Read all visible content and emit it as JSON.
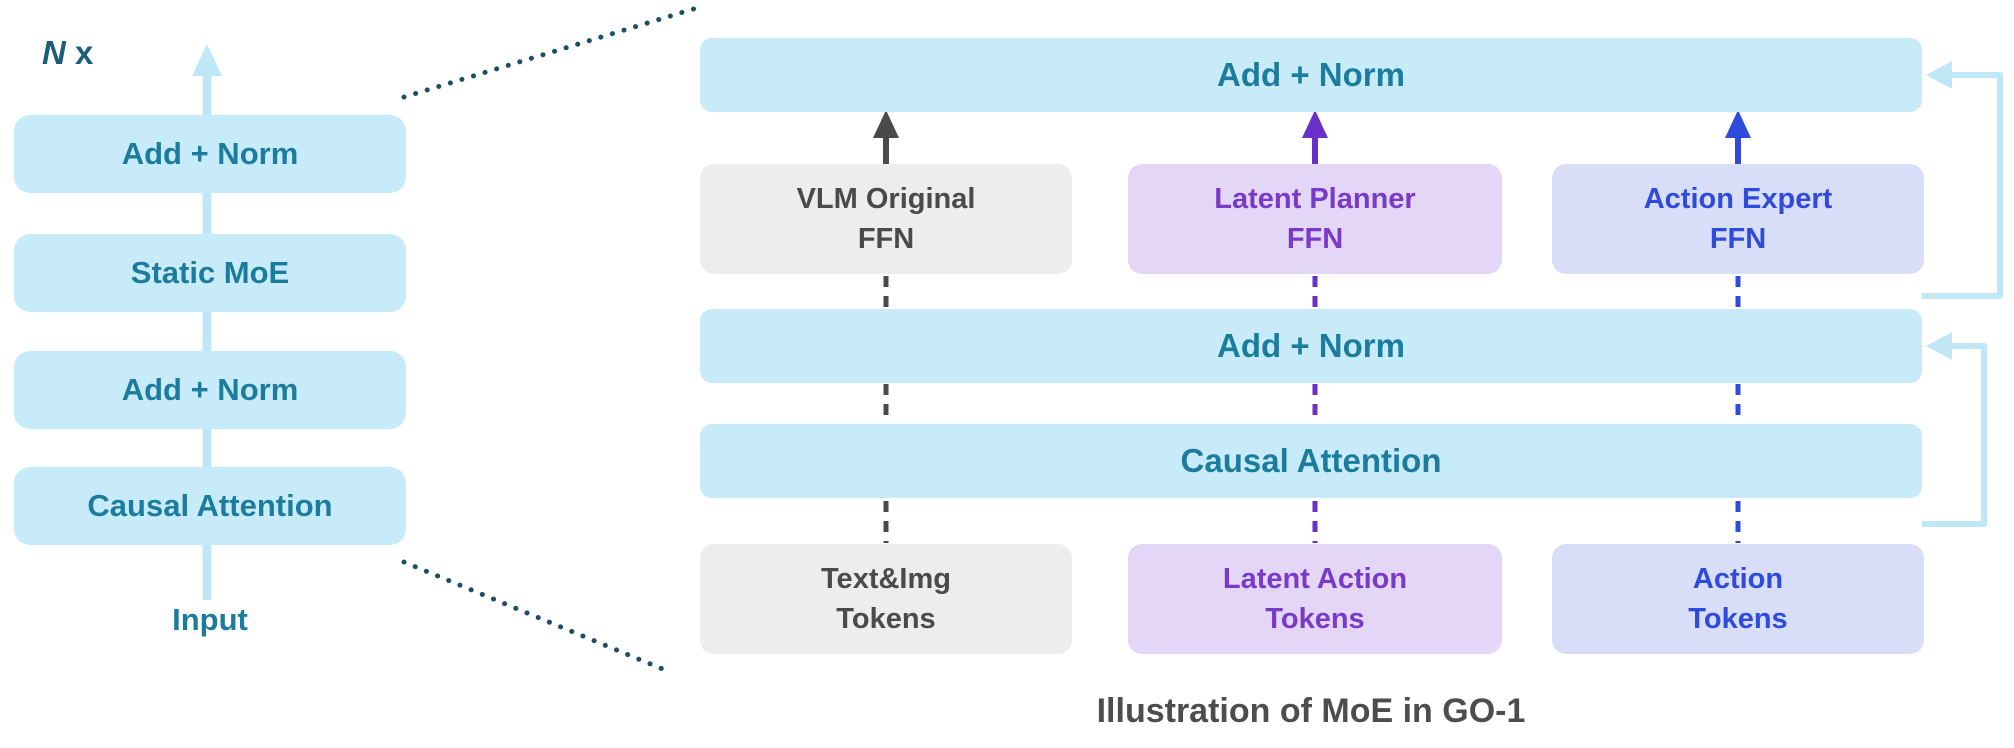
{
  "left_stack": {
    "repeat_n": "N",
    "repeat_x": " x",
    "blocks": [
      "Add + Norm",
      "Static MoE",
      "Add + Norm",
      "Causal Attention"
    ],
    "input_label": "Input"
  },
  "right": {
    "top_bar": "Add + Norm",
    "mid_bar": "Add + Norm",
    "attention_bar": "Causal Attention",
    "ffn_boxes": [
      {
        "label": "VLM Original\nFFN",
        "variant": "gray"
      },
      {
        "label": "Latent Planner\nFFN",
        "variant": "purple"
      },
      {
        "label": "Action Expert\nFFN",
        "variant": "blue"
      }
    ],
    "token_boxes": [
      {
        "label": "Text&Img\nTokens",
        "variant": "gray"
      },
      {
        "label": "Latent Action\nTokens",
        "variant": "purple"
      },
      {
        "label": "Action\nTokens",
        "variant": "blue"
      }
    ]
  },
  "caption": {
    "text": "Illustration of MoE in GO-1"
  },
  "colors": {
    "box_blue": "#C7EBF8",
    "text_teal": "#1C7C9E",
    "box_gray": "#EDEDED",
    "text_gray": "#4A4A4A",
    "box_purple": "#E3D6F6",
    "text_purple": "#7A3AC8",
    "box_lavender": "#D8DDF8",
    "text_blue": "#2E4BDB",
    "residual": "#BFE7F6",
    "dotted": "#1D4E68",
    "arrow_gray": "#4A4A4A",
    "arrow_purple": "#6A30C8",
    "arrow_blue": "#2E4BDB"
  }
}
